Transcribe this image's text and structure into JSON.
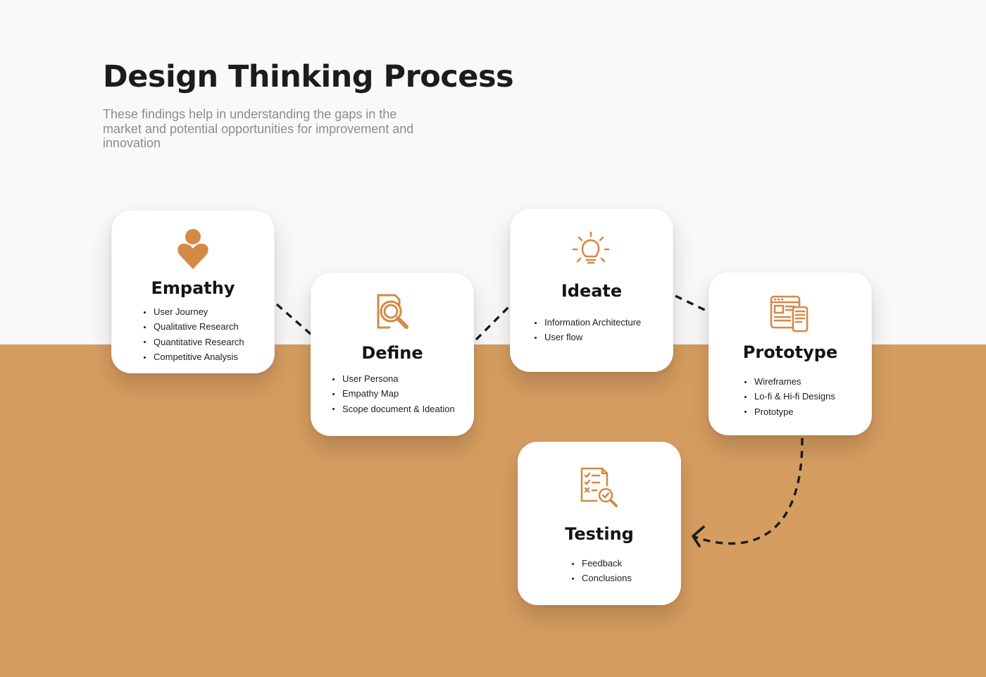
{
  "header": {
    "title": "Design Thinking Process",
    "subtitle": "These findings help in understanding the gaps in the market and potential opportunities for improvement and innovation"
  },
  "colors": {
    "accent": "#d69d60",
    "icon": "#d38a45",
    "background": "#f9f9fa",
    "card": "#ffffff"
  },
  "stages": [
    {
      "name": "Empathy",
      "icon": "heart-person-icon",
      "items": [
        "User Journey",
        "Qualitative Research",
        "Quantitative Research",
        "Competitive Analysis"
      ]
    },
    {
      "name": "Define",
      "icon": "document-magnifier-icon",
      "items": [
        "User Persona",
        "Empathy Map",
        "Scope document & Ideation"
      ]
    },
    {
      "name": "Ideate",
      "icon": "lightbulb-icon",
      "items": [
        "Information Architecture",
        "User flow"
      ]
    },
    {
      "name": "Prototype",
      "icon": "wireframe-devices-icon",
      "items": [
        "Wireframes",
        "Lo-fi & Hi-fi Designs",
        "Prototype"
      ]
    },
    {
      "name": "Testing",
      "icon": "checklist-search-icon",
      "items": [
        "Feedback",
        "Conclusions"
      ]
    }
  ]
}
